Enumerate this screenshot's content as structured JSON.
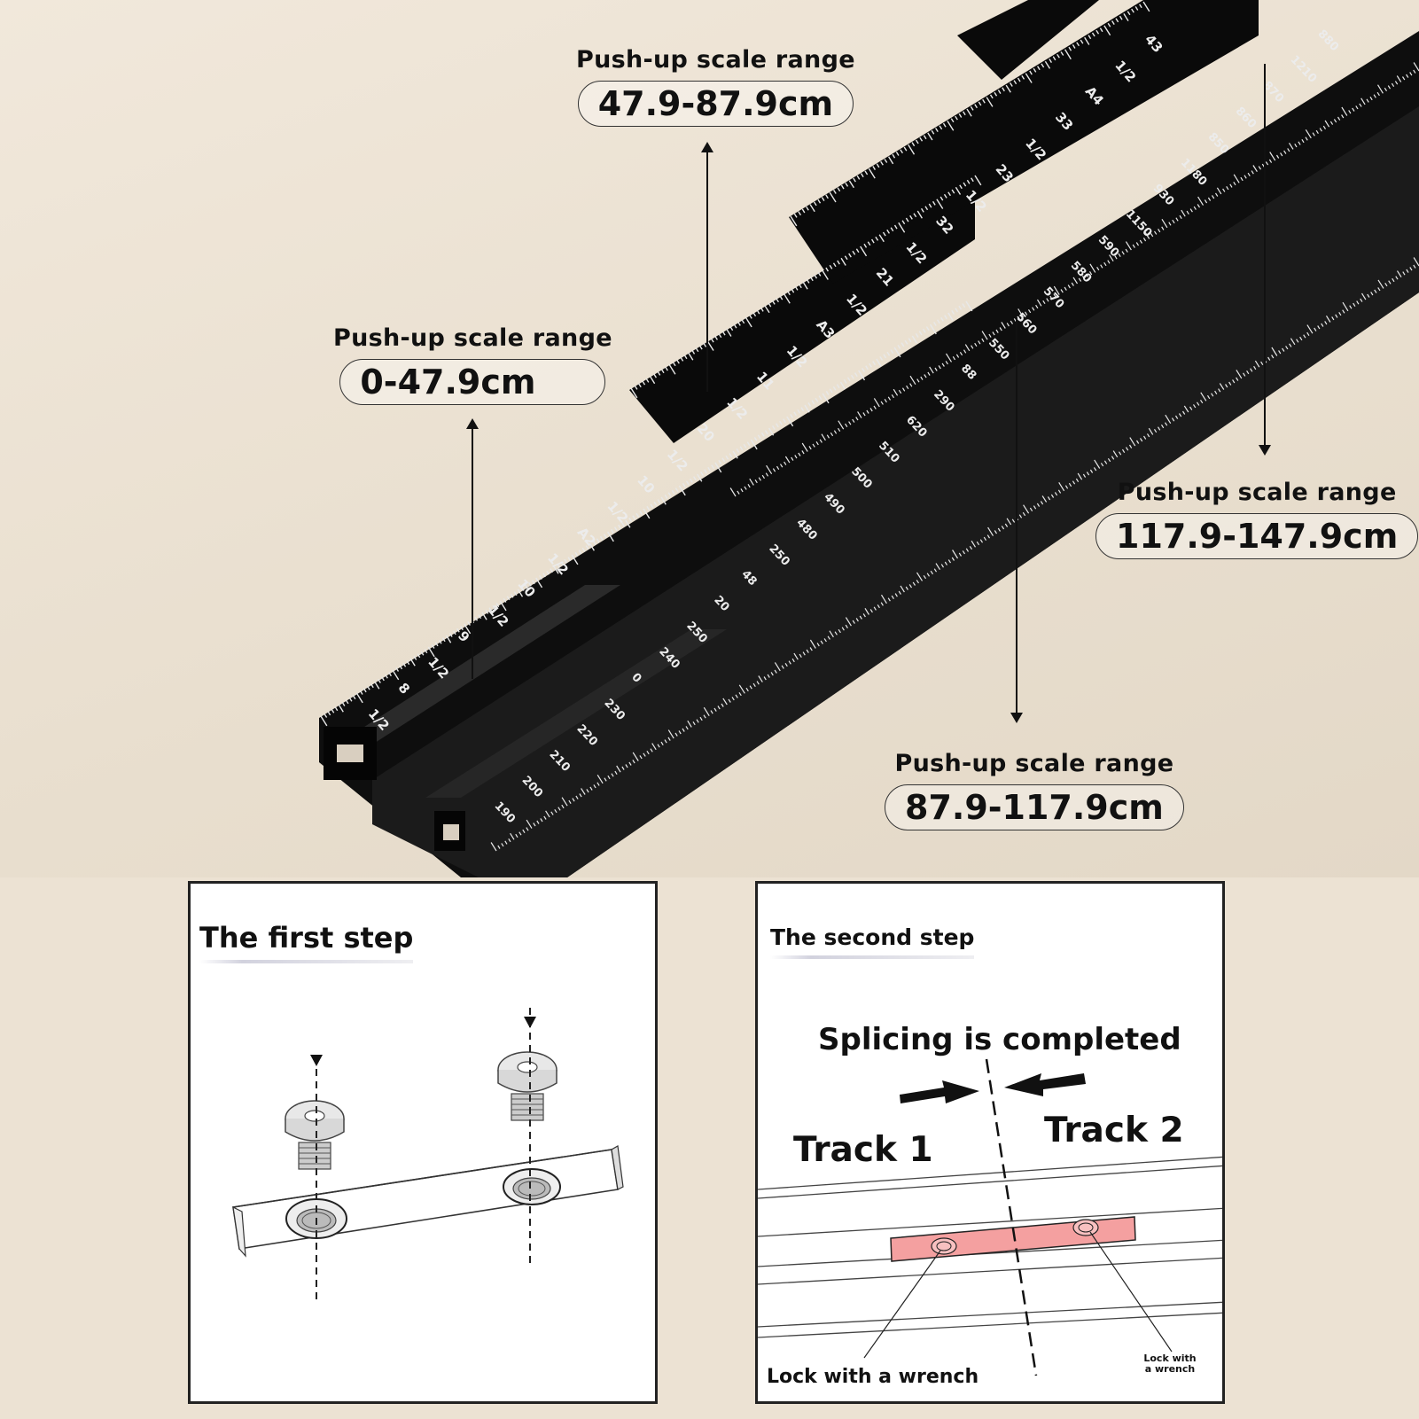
{
  "callouts": [
    {
      "heading": "Push-up scale range",
      "range": "47.9-87.9cm"
    },
    {
      "heading": "Push-up scale range",
      "range": "0-47.9cm"
    },
    {
      "heading": "Push-up scale range",
      "range": "117.9-147.9cm"
    },
    {
      "heading": "Push-up scale range",
      "range": "87.9-117.9cm"
    }
  ],
  "ruler_marks": {
    "top_face": [
      "1/2",
      "8",
      "1/2",
      "9",
      "1/2",
      "10",
      "1/2",
      "A2",
      "1/2",
      "10",
      "1/2",
      "20",
      "1/2",
      "11",
      "1/2",
      "A3",
      "1/2",
      "21",
      "1/2",
      "32",
      "1/2",
      "23",
      "1/2",
      "33",
      "A4",
      "1/2",
      "43"
    ],
    "side_face": [
      "190",
      "200",
      "210",
      "220",
      "230",
      "0",
      "240",
      "250",
      "20",
      "48",
      "250",
      "480",
      "490",
      "500",
      "510",
      "620",
      "290",
      "88",
      "550",
      "560",
      "570",
      "580",
      "590",
      "1150",
      "930",
      "1180",
      "850",
      "860",
      "870",
      "1210",
      "880"
    ]
  },
  "step1": {
    "title": "The first step"
  },
  "step2": {
    "title": "The second step",
    "splice_label": "Splicing is completed",
    "track1": "Track 1",
    "track2": "Track 2",
    "lock_left": "Lock with a wrench",
    "lock_right": "Lock with a wrench"
  },
  "colors": {
    "background": "#ece2d3",
    "rail": "#111111",
    "splice_plate": "#f4a0a0"
  }
}
